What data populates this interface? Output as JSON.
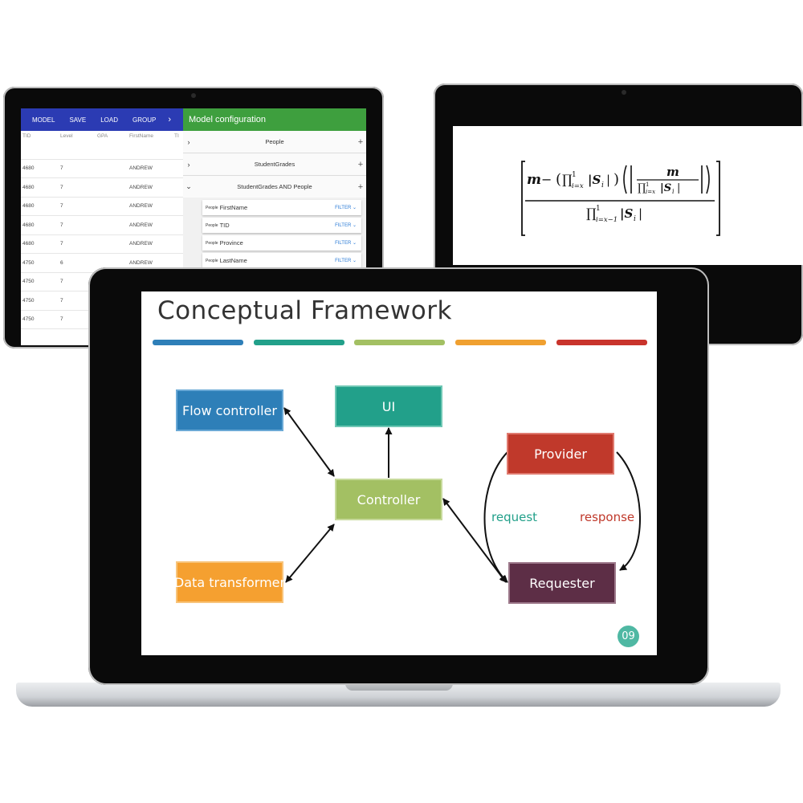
{
  "app": {
    "toolbar": {
      "model": "MODEL",
      "save": "SAVE",
      "load": "LOAD",
      "group": "GROUP",
      "more": "›"
    },
    "grid": {
      "headers": [
        "TID",
        "Level",
        "GPA",
        "FirstName",
        "TI"
      ],
      "rows": [
        {
          "tid": "",
          "level": "",
          "first": ""
        },
        {
          "tid": "4680",
          "level": "7",
          "first": "ANDREW"
        },
        {
          "tid": "4680",
          "level": "7",
          "first": "ANDREW"
        },
        {
          "tid": "4680",
          "level": "7",
          "first": "ANDREW"
        },
        {
          "tid": "4680",
          "level": "7",
          "first": "ANDREW"
        },
        {
          "tid": "4680",
          "level": "7",
          "first": "ANDREW"
        },
        {
          "tid": "4750",
          "level": "6",
          "first": "ANDREW"
        },
        {
          "tid": "4750",
          "level": "7",
          "first": ""
        },
        {
          "tid": "4750",
          "level": "7",
          "first": ""
        },
        {
          "tid": "4750",
          "level": "7",
          "first": ""
        }
      ]
    },
    "config": {
      "title": "Model configuration",
      "sections": [
        {
          "chevron": "›",
          "label": "People",
          "plus": "+"
        },
        {
          "chevron": "›",
          "label": "StudentGrades",
          "plus": "+"
        },
        {
          "chevron": "⌄",
          "label": "StudentGrades AND People",
          "plus": "+"
        }
      ],
      "fields": [
        {
          "prefix": "People",
          "name": "FirstName",
          "action": "FILTER"
        },
        {
          "prefix": "People",
          "name": "TID",
          "action": "FILTER"
        },
        {
          "prefix": "People",
          "name": "Province",
          "action": "FILTER"
        },
        {
          "prefix": "People",
          "name": "LastName",
          "action": "FILTER"
        }
      ]
    }
  },
  "formula": {
    "m": "m",
    "minus": "−",
    "prod": "∏",
    "upper1": "1",
    "lower_x": "i=x",
    "lower_x1": "i=x−1",
    "s": "|S",
    "i": "i",
    "bar": "|"
  },
  "slide": {
    "title": "Conceptual Framework",
    "bar_colors": [
      "#2e7fb8",
      "#22a08a",
      "#a3c063",
      "#f0a030",
      "#c9342c"
    ],
    "boxes": {
      "flow_controller": "Flow controller",
      "ui": "UI",
      "controller": "Controller",
      "data_transformer": "Data transformer",
      "provider": "Provider",
      "requester": "Requester"
    },
    "colors": {
      "flow_controller": "#2e7fb8",
      "ui": "#22a08a",
      "controller": "#a3c063",
      "data_transformer": "#f5a030",
      "provider": "#c0392b",
      "requester": "#5d2e46",
      "request_text": "#22a08a",
      "response_text": "#c0392b"
    },
    "labels": {
      "request": "request",
      "response": "response"
    },
    "page": "09"
  }
}
